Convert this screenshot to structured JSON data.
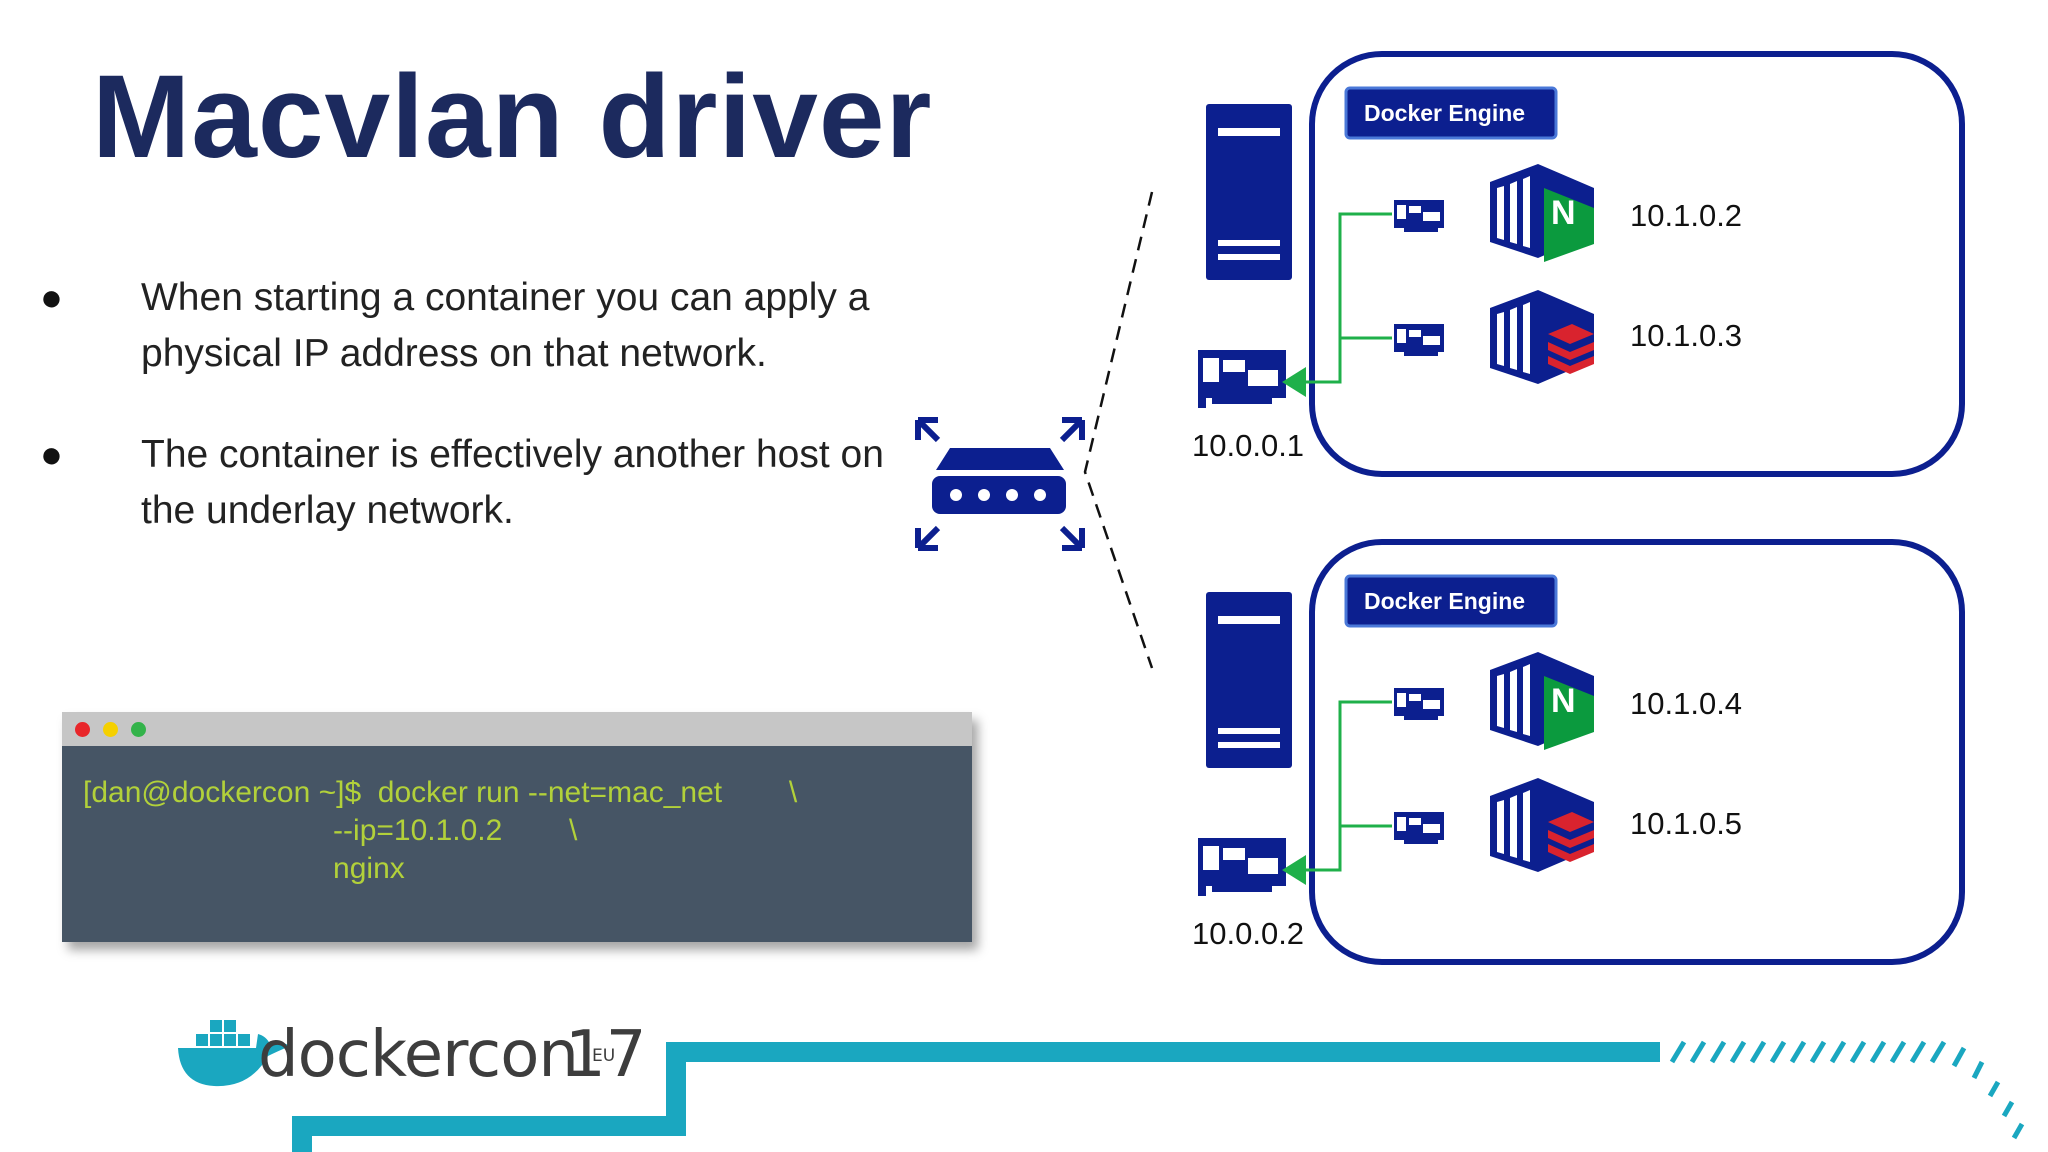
{
  "title": "Macvlan driver",
  "bullets": [
    "When starting a container you can apply a physical IP address on that network.",
    "The container is effectively another host on the underlay network."
  ],
  "terminal": {
    "lines": [
      "[dan@dockercon ~]$  docker run --net=mac_net        \\",
      "                              --ip=10.1.0.2        \\",
      "                              nginx"
    ]
  },
  "hosts": [
    {
      "engine_label": "Docker Engine",
      "host_ip": "10.0.0.1",
      "containers": [
        {
          "ip": "10.1.0.2",
          "app": "nginx-icon"
        },
        {
          "ip": "10.1.0.3",
          "app": "redis-icon"
        }
      ]
    },
    {
      "engine_label": "Docker Engine",
      "host_ip": "10.0.0.2",
      "containers": [
        {
          "ip": "10.1.0.4",
          "app": "nginx-icon"
        },
        {
          "ip": "10.1.0.5",
          "app": "redis-icon"
        }
      ]
    }
  ],
  "logo": {
    "text": "dockercon",
    "number": "17",
    "region": "EU"
  },
  "colors": {
    "title": "#1c2a5e",
    "navy": "#0c1f8f",
    "teal": "#1aa7c0",
    "green_link": "#1fb04a",
    "terminal_bg": "#465565",
    "terminal_text": "#b2d13a",
    "nginx_green": "#0b9a3e",
    "redis_red": "#d9232e"
  }
}
